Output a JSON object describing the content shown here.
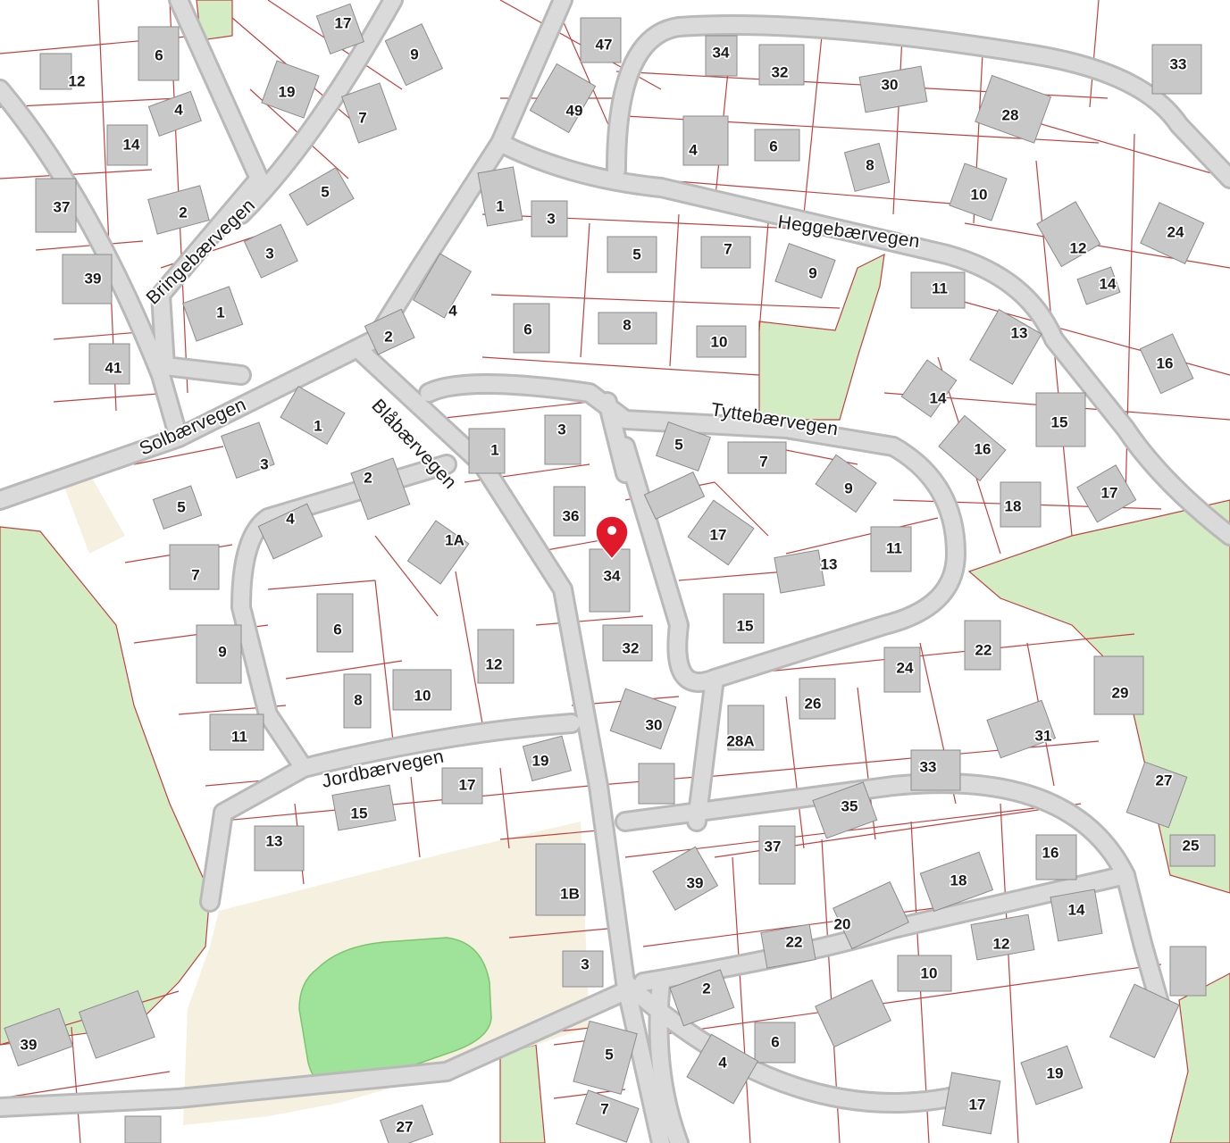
{
  "map": {
    "colors": {
      "background": "#ffffff",
      "road": "#dadada",
      "road_casing": "#b9b9b9",
      "parcel_line": "#c0423f",
      "building": "#c8c8c8",
      "green_area": "#d4ecc4",
      "sand_area": "#f5f0df",
      "sports_field": "#9fe29a",
      "marker": "#e0192b"
    },
    "streets": [
      {
        "name": "Heggebærvegen"
      },
      {
        "name": "Tyttebærvegen"
      },
      {
        "name": "Blåbærvegen"
      },
      {
        "name": "Solbærvegen"
      },
      {
        "name": "Bringebærvegen"
      },
      {
        "name": "Jordbærvegen"
      }
    ],
    "address_numbers": [
      "17",
      "9",
      "6",
      "12",
      "19",
      "7",
      "4",
      "14",
      "5",
      "37",
      "2",
      "3",
      "39",
      "1",
      "41",
      "47",
      "49",
      "34",
      "32",
      "30",
      "28",
      "33",
      "4",
      "6",
      "8",
      "10",
      "1",
      "3",
      "5",
      "7",
      "9",
      "12",
      "24",
      "11",
      "14",
      "2",
      "4",
      "6",
      "8",
      "10",
      "13",
      "16",
      "1",
      "3",
      "5",
      "7",
      "9",
      "14",
      "16",
      "15",
      "18",
      "17",
      "1",
      "3",
      "2",
      "5",
      "4",
      "36",
      "1A",
      "7",
      "17",
      "13",
      "11",
      "34",
      "6",
      "15",
      "22",
      "12",
      "9",
      "32",
      "24",
      "29",
      "10",
      "8",
      "26",
      "30",
      "28A",
      "31",
      "11",
      "33",
      "27",
      "19",
      "17",
      "15",
      "35",
      "13",
      "37",
      "16",
      "25",
      "39",
      "18",
      "1B",
      "14",
      "20",
      "22",
      "12",
      "10",
      "3",
      "2",
      "39",
      "6",
      "5",
      "4",
      "19",
      "7",
      "17",
      "27"
    ],
    "marker": {
      "label": "34",
      "icon": "location-pin-icon"
    }
  }
}
